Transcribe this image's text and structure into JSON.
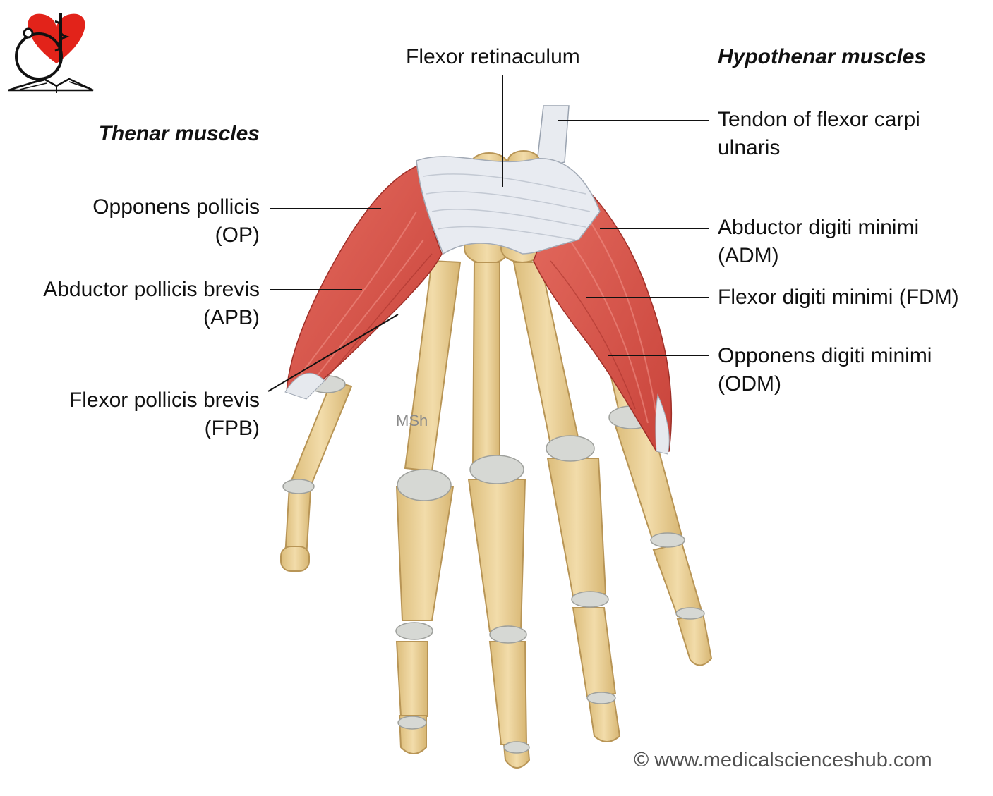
{
  "headers": {
    "thenar": "Thenar muscles",
    "hypothenar": "Hypothenar muscles"
  },
  "labels": {
    "flexor_retinaculum": "Flexor retinaculum",
    "tendon_fcu": {
      "line1": "Tendon of flexor carpi",
      "line2": "ulnaris"
    },
    "opponens_pollicis": {
      "line1": "Opponens pollicis",
      "line2": "(OP)"
    },
    "abductor_pollicis_brevis": {
      "line1": "Abductor pollicis brevis",
      "line2": "(APB)"
    },
    "flexor_pollicis_brevis": {
      "line1": "Flexor pollicis brevis",
      "line2": "(FPB)"
    },
    "abductor_digiti_minimi": {
      "line1": "Abductor digiti minimi",
      "line2": "(ADM)"
    },
    "flexor_digiti_minimi": "Flexor digiti minimi (FDM)",
    "opponens_digiti_minimi": {
      "line1": "Opponens digiti minimi",
      "line2": "(ODM)"
    }
  },
  "watermark": "MSh",
  "copyright": "© www.medicalscienceshub.com",
  "colors": {
    "bone": "#ecd39b",
    "bone_outline": "#b89556",
    "cartilage": "#d6d8d4",
    "muscle": "#dd5a4e",
    "muscle_dark": "#b93a32",
    "retinaculum": "#e7eaf0",
    "logo_heart": "#e2231a"
  }
}
